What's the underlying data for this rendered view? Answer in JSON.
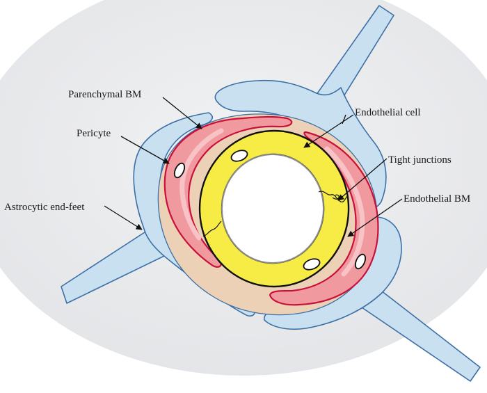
{
  "labels": {
    "parenchymal_bm": "Parenchymal BM",
    "pericyte": "Pericyte",
    "astrocytic_end_feet": "Astrocytic end-feet",
    "endothelial_cell": "Endothelial cell",
    "tight_junctions": "Tight junctions",
    "endothelial_bm": "Endothelial BM"
  },
  "colors": {
    "background_ellipse": "#ebecee",
    "astrocyte_fill": "#c9e0f0",
    "astrocyte_stroke": "#3b6fa6",
    "basement_membrane": "#edd1b6",
    "pericyte_fill": "#f09aa0",
    "pericyte_highlight": "#f8c3c6",
    "pericyte_stroke": "#c8103a",
    "endothelium_fill": "#f7ec45",
    "endothelium_stroke": "#111111",
    "lumen_fill": "#ffffff",
    "lumen_stroke": "#8c8c8c"
  }
}
